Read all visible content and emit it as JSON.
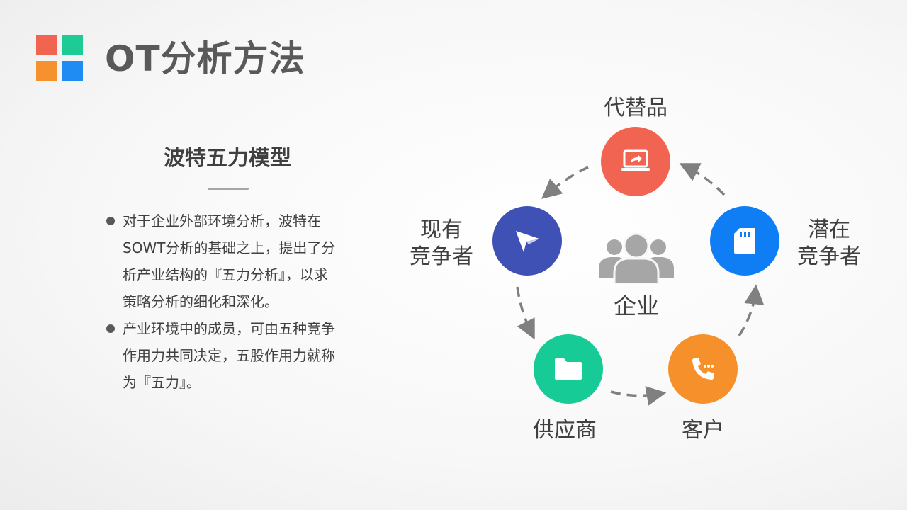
{
  "header": {
    "title": "OT分析方法",
    "logo_colors": [
      "#f26452",
      "#1ecb94",
      "#f5922f",
      "#1f8cf4"
    ]
  },
  "left_panel": {
    "section_title": "波特五力模型",
    "bullets": [
      {
        "lines": [
          "对于企业外部环境分析，波特在",
          "SOWT分析的基础之上，提出了分",
          "析产业结构的『五力分析』，以求",
          "策略分析的细化和深化。"
        ]
      },
      {
        "lines": [
          "产业环境中的成员，可由五种竞争",
          "作用力共同决定，五股作用力就称",
          "为『五力』。"
        ]
      }
    ]
  },
  "diagram": {
    "center": {
      "label": "企业",
      "icon": "group-users-icon",
      "color": "#a6a6a6"
    },
    "arrow_color": "#808080",
    "nodes": [
      {
        "id": "substitutes",
        "label_lines": [
          "代替品"
        ],
        "icon": "laptop-share-icon",
        "color": "#f26452"
      },
      {
        "id": "potential-competitors",
        "label_lines": [
          "潜在",
          "竞争者"
        ],
        "icon": "sd-card-icon",
        "color": "#0f7ef5"
      },
      {
        "id": "customers",
        "label_lines": [
          "客户"
        ],
        "icon": "phone-call-icon",
        "color": "#f5902a"
      },
      {
        "id": "suppliers",
        "label_lines": [
          "供应商"
        ],
        "icon": "folder-icon",
        "color": "#17cb96"
      },
      {
        "id": "existing-competitors",
        "label_lines": [
          "现有",
          "竞争者"
        ],
        "icon": "paper-plane-icon",
        "color": "#3f51b5"
      }
    ]
  }
}
